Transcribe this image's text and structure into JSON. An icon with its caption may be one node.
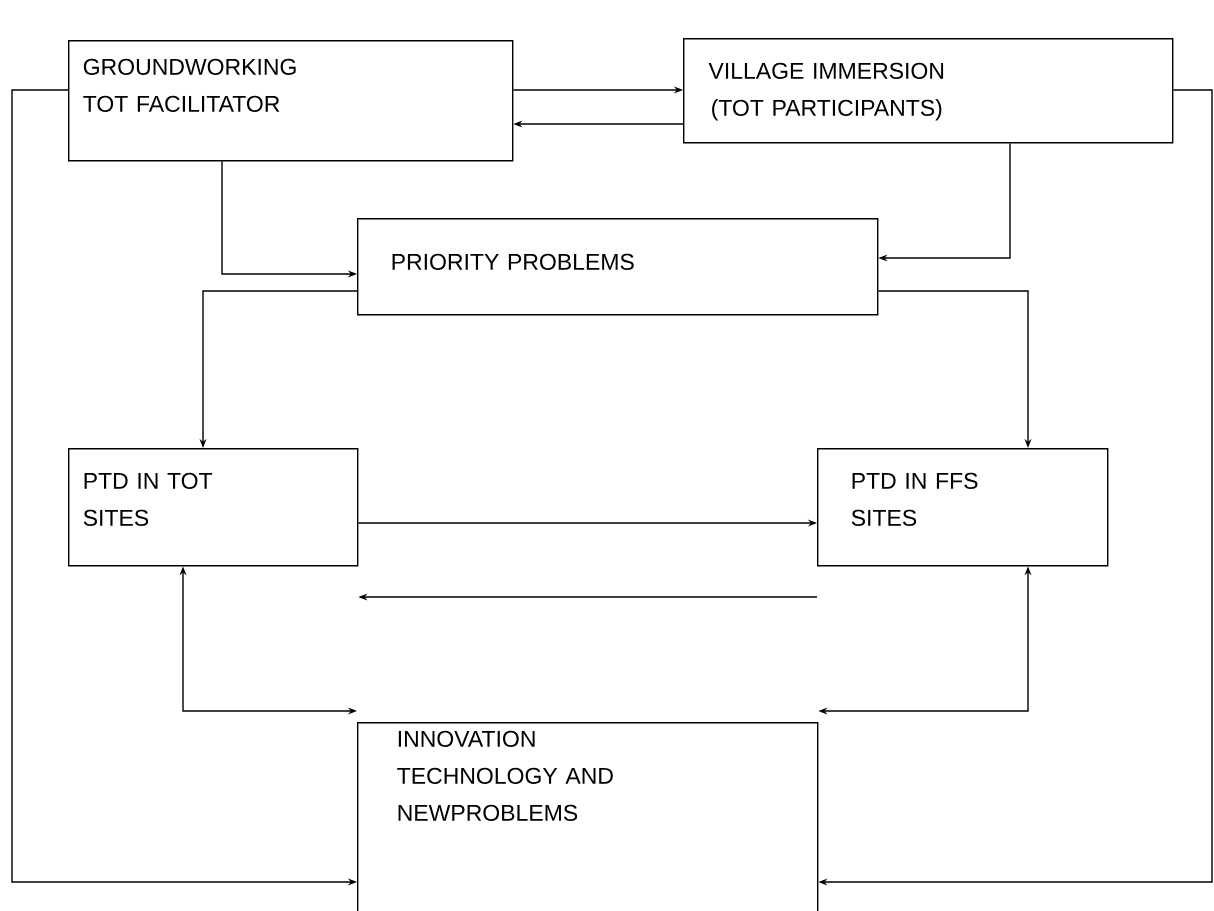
{
  "diagram": {
    "nodes": [
      {
        "text": [
          "GROUNDWORKING TOT FACILITATOR"
        ]
      },
      {
        "text": [
          "VILLAGE IMMERSION (TOT PARTICIPANTS)"
        ]
      },
      {
        "text": [
          "PRIORITY PROBLEMS"
        ]
      },
      {
        "text": [
          "PTD IN TOT SITES"
        ]
      },
      {
        "text": [
          "PTD IN FFS SITES"
        ]
      },
      {
        "text": [
          "INNOVATION TECHNOLOGY AND NEWPROBLEMS"
        ]
      }
    ],
    "edges": [
      {
        "from": 0,
        "to": 1,
        "arrow": "to"
      },
      {
        "from": 1,
        "to": 0,
        "arrow": "to"
      },
      {
        "from": 0,
        "to": 2,
        "arrow": "to"
      },
      {
        "from": 1,
        "to": 2,
        "arrow": "to"
      },
      {
        "from": 2,
        "to": 3,
        "arrow": "to"
      },
      {
        "from": 2,
        "to": 4,
        "arrow": "to"
      },
      {
        "from": 3,
        "to": 4,
        "arrow": "to"
      },
      {
        "from": 4,
        "to": 3,
        "arrow": "to"
      },
      {
        "from": 3,
        "to": 5,
        "arrow": "both"
      },
      {
        "from": 4,
        "to": 5,
        "arrow": "both"
      },
      {
        "from": 0,
        "to": 5,
        "arrow": "to"
      },
      {
        "from": 1,
        "to": 5,
        "arrow": "to"
      }
    ]
  }
}
